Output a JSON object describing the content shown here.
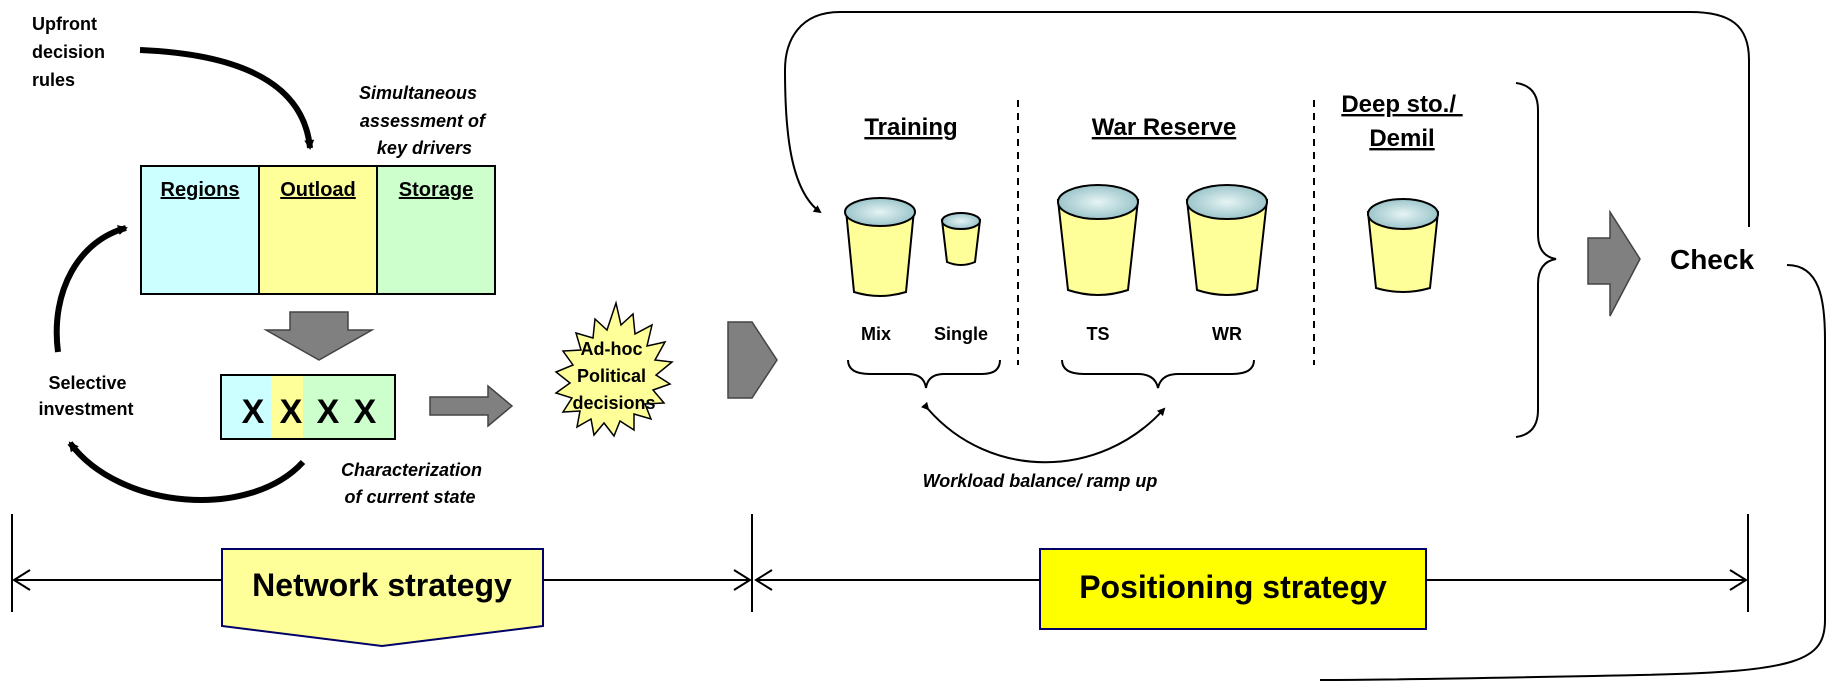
{
  "upfront_rules": [
    "Upfront",
    "decision",
    "rules"
  ],
  "simultaneous": [
    "Simultaneous",
    "assessment of",
    "key drivers"
  ],
  "drivers": {
    "regions": "Regions",
    "outload": "Outload",
    "storage": "Storage"
  },
  "state_marks": [
    "X",
    "X",
    "X",
    "X"
  ],
  "selective_investment": [
    "Selective",
    "investment"
  ],
  "characterization": [
    "Characterization",
    "of current state"
  ],
  "adhoc": [
    "Ad-hoc",
    "Political",
    "decisions"
  ],
  "categories": {
    "training": "Training",
    "war_reserve": "War Reserve",
    "deep_storage": [
      "Deep sto./",
      "Demil"
    ]
  },
  "buckets": {
    "mix": "Mix",
    "single": "Single",
    "ts": "TS",
    "wr": "WR"
  },
  "workload_balance": "Workload balance/ ramp up",
  "check": "Check",
  "network_strategy": "Network strategy",
  "positioning_strategy": "Positioning strategy",
  "colors": {
    "regions": "#CCFFFF",
    "outload": "#FFFF99",
    "storage": "#CCFFCC",
    "positioning": "#FFFF00",
    "network": "#FFFF99",
    "bucket": "#FFFF99",
    "bucket_top": "#A9D2D6",
    "arrow_gray": "#808080"
  }
}
